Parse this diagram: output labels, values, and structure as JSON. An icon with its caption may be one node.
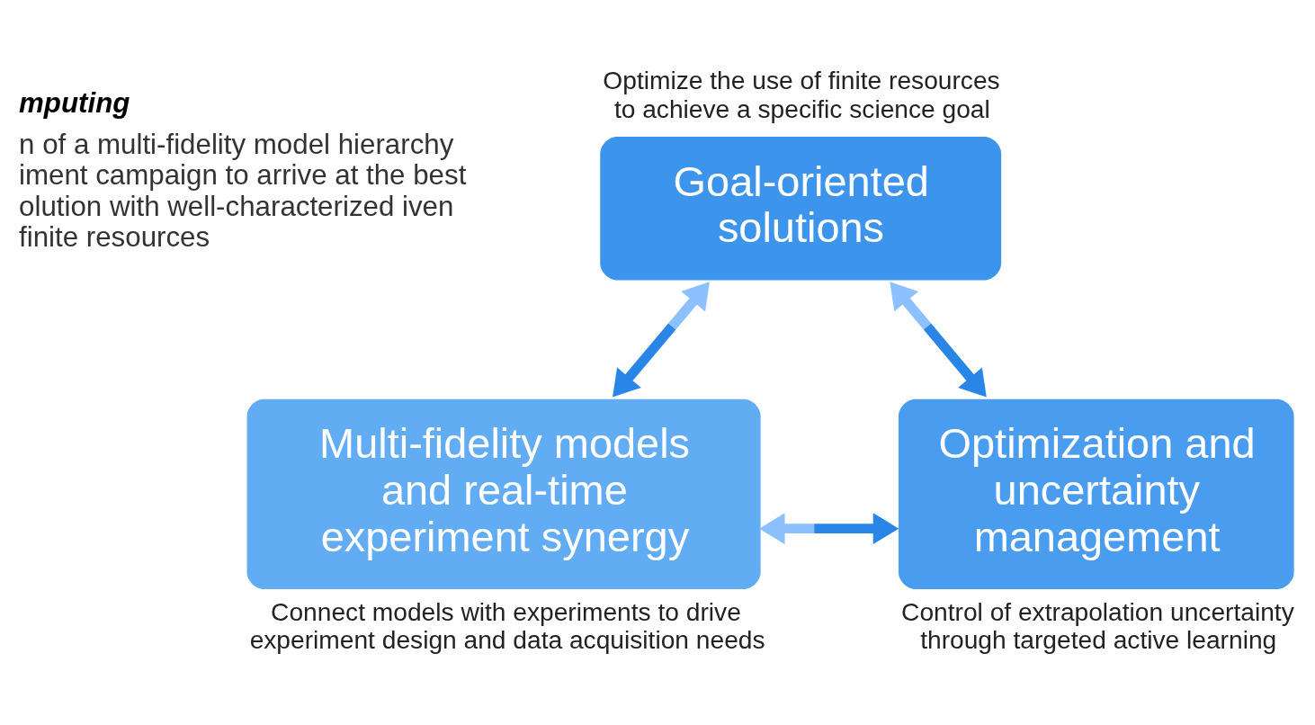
{
  "diagram": {
    "nodes": [
      {
        "text": [
          "Goal-oriented solutions"
        ],
        "beside": [
          "Optimize the use of finite resources to achieve a specific science goal"
        ]
      },
      {
        "text": [
          "Multi-fidelity models and real-time experiment synergy"
        ],
        "beside": [
          "Connect models with experiments to drive experiment design and data acquisition needs"
        ]
      },
      {
        "text": [
          "Optimization and uncertainty management"
        ],
        "beside": [
          "Control of extrapolation uncertainty through targeted active learning"
        ]
      }
    ],
    "edges": [
      {
        "from": 0,
        "to": 1,
        "arrow": "both"
      },
      {
        "from": 0,
        "to": 2,
        "arrow": "both"
      },
      {
        "from": 1,
        "to": 2,
        "arrow": "both"
      }
    ],
    "labels": [
      "mputing",
      "n of a multi-fidelity model hierarchy iment campaign to arrive at the best olution with well-characterized iven finite resources"
    ]
  }
}
